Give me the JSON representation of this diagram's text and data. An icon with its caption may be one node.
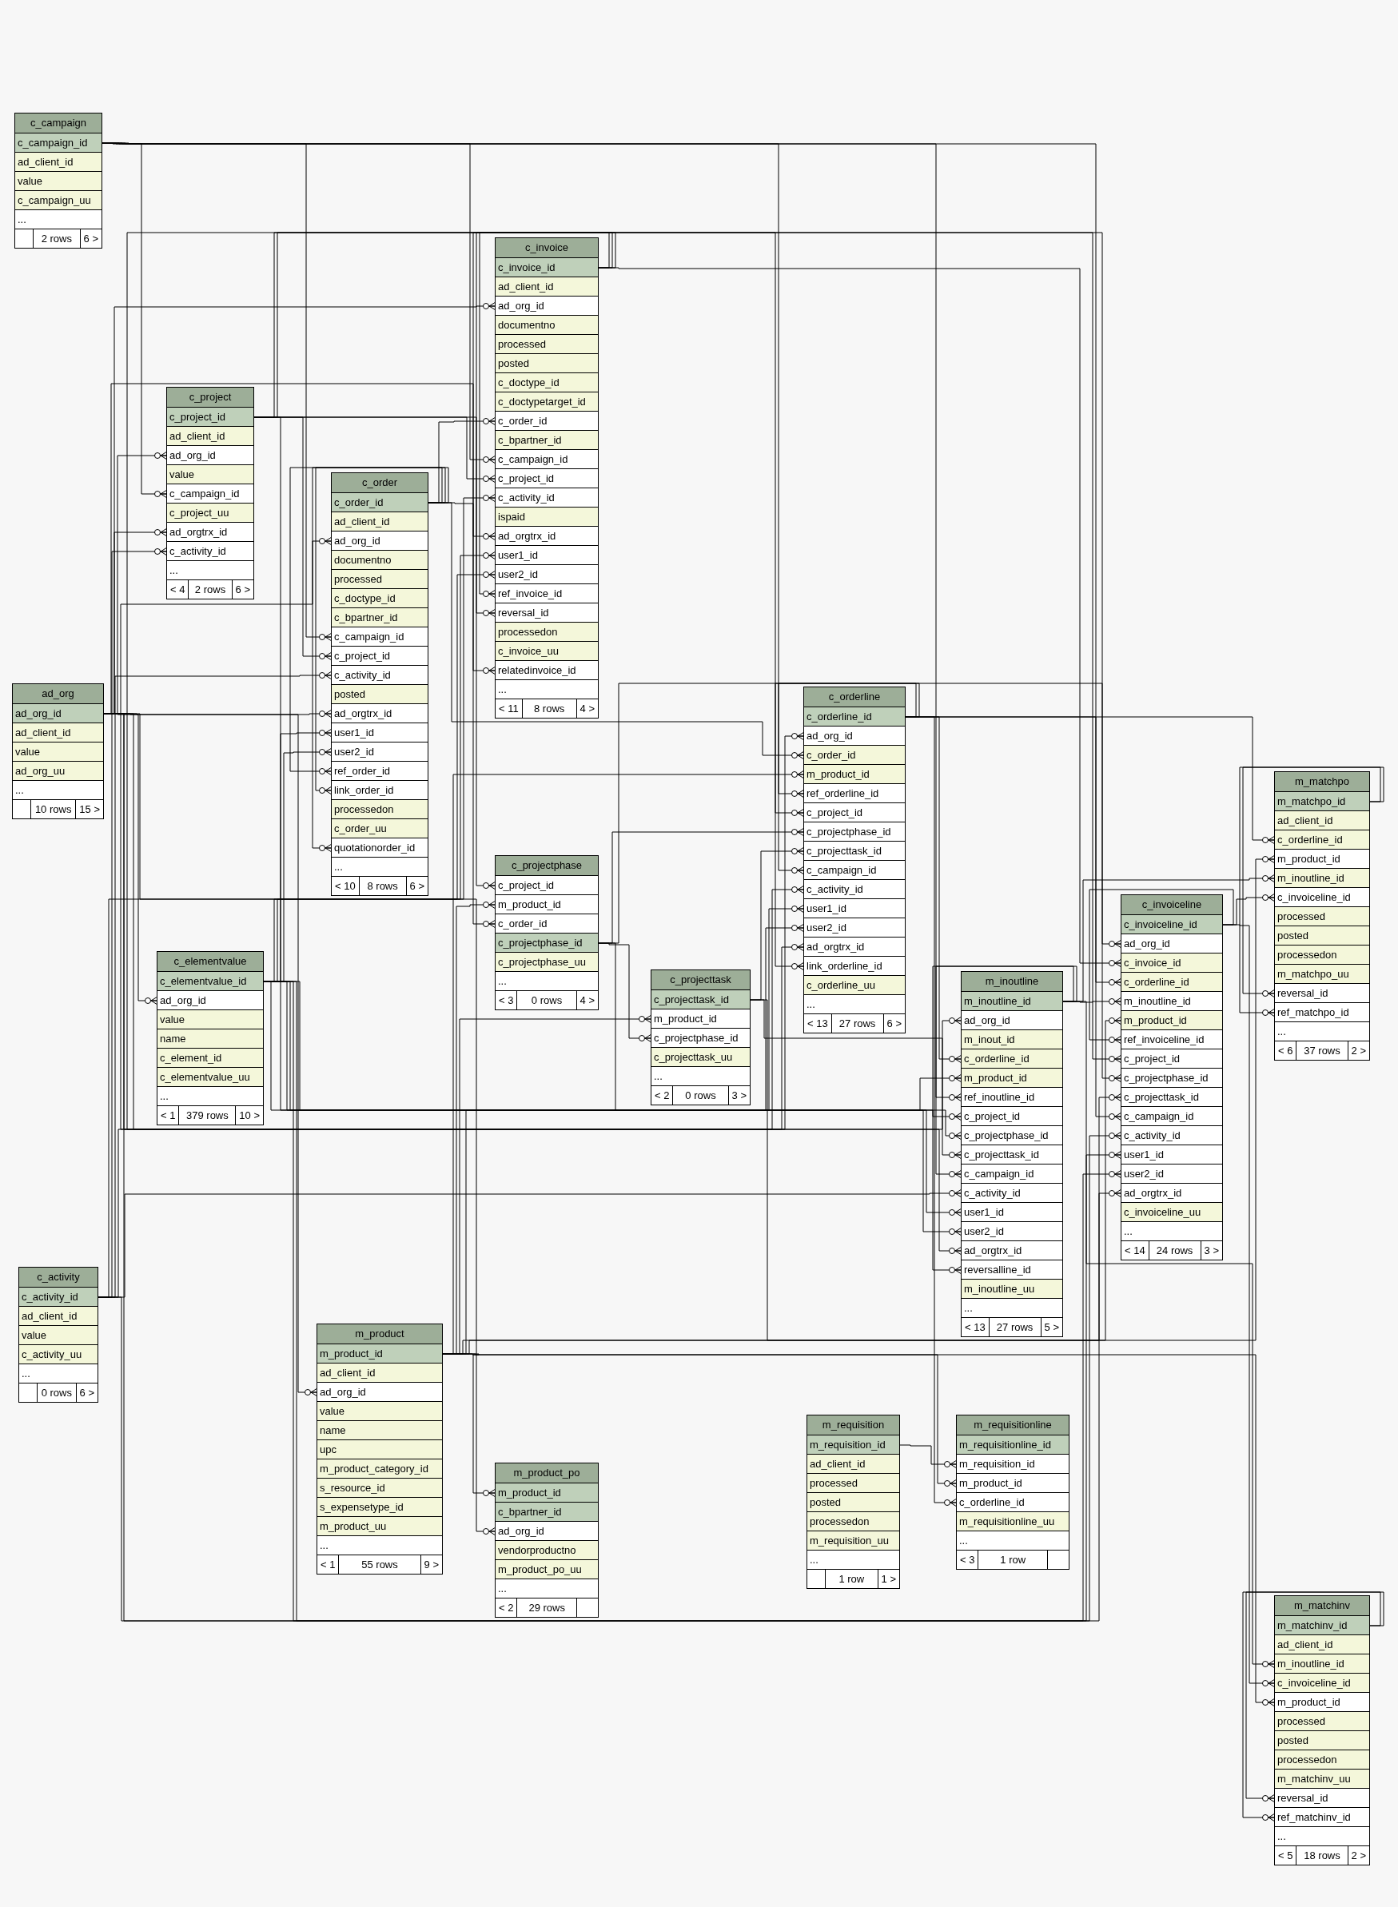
{
  "diagram": {
    "nodes": [
      {
        "text": [
          "c_campaign"
        ]
      },
      {
        "text": [
          "c_campaign_id"
        ],
        "in": 0
      },
      {
        "text": [
          "ad_client_id"
        ],
        "in": 0
      },
      {
        "text": [
          "value"
        ],
        "in": 0
      },
      {
        "text": [
          "c_campaign_uu"
        ],
        "in": 0
      },
      {
        "text": [
          "..."
        ],
        "in": 0
      },
      {
        "text": [
          "2 rows",
          "6 >"
        ],
        "in": 0
      },
      {
        "text": [
          "c_invoice"
        ]
      },
      {
        "text": [
          "c_invoice_id"
        ],
        "in": 7
      },
      {
        "text": [
          "ad_client_id"
        ],
        "in": 7
      },
      {
        "text": [
          "ad_org_id"
        ],
        "in": 7
      },
      {
        "text": [
          "documentno"
        ],
        "in": 7
      },
      {
        "text": [
          "processed"
        ],
        "in": 7
      },
      {
        "text": [
          "posted"
        ],
        "in": 7
      },
      {
        "text": [
          "c_doctype_id"
        ],
        "in": 7
      },
      {
        "text": [
          "c_doctypetarget_id"
        ],
        "in": 7
      },
      {
        "text": [
          "c_order_id"
        ],
        "in": 7
      },
      {
        "text": [
          "c_bpartner_id"
        ],
        "in": 7
      },
      {
        "text": [
          "c_campaign_id"
        ],
        "in": 7
      },
      {
        "text": [
          "c_project_id"
        ],
        "in": 7
      },
      {
        "text": [
          "c_activity_id"
        ],
        "in": 7
      },
      {
        "text": [
          "ispaid"
        ],
        "in": 7
      },
      {
        "text": [
          "ad_orgtrx_id"
        ],
        "in": 7
      },
      {
        "text": [
          "user1_id"
        ],
        "in": 7
      },
      {
        "text": [
          "user2_id"
        ],
        "in": 7
      },
      {
        "text": [
          "ref_invoice_id"
        ],
        "in": 7
      },
      {
        "text": [
          "reversal_id"
        ],
        "in": 7
      },
      {
        "text": [
          "processedon"
        ],
        "in": 7
      },
      {
        "text": [
          "c_invoice_uu"
        ],
        "in": 7
      },
      {
        "text": [
          "relatedinvoice_id"
        ],
        "in": 7
      },
      {
        "text": [
          "..."
        ],
        "in": 7
      },
      {
        "text": [
          "< 11",
          "8 rows",
          "4 >"
        ],
        "in": 7
      },
      {
        "text": [
          "c_project"
        ]
      },
      {
        "text": [
          "c_project_id"
        ],
        "in": 32
      },
      {
        "text": [
          "ad_client_id"
        ],
        "in": 32
      },
      {
        "text": [
          "ad_org_id"
        ],
        "in": 32
      },
      {
        "text": [
          "value"
        ],
        "in": 32
      },
      {
        "text": [
          "c_campaign_id"
        ],
        "in": 32
      },
      {
        "text": [
          "c_project_uu"
        ],
        "in": 32
      },
      {
        "text": [
          "ad_orgtrx_id"
        ],
        "in": 32
      },
      {
        "text": [
          "c_activity_id"
        ],
        "in": 32
      },
      {
        "text": [
          "..."
        ],
        "in": 32
      },
      {
        "text": [
          "< 4",
          "2 rows",
          "6 >"
        ],
        "in": 32
      },
      {
        "text": [
          "c_order"
        ]
      },
      {
        "text": [
          "c_order_id"
        ],
        "in": 43
      },
      {
        "text": [
          "ad_client_id"
        ],
        "in": 43
      },
      {
        "text": [
          "ad_org_id"
        ],
        "in": 43
      },
      {
        "text": [
          "documentno"
        ],
        "in": 43
      },
      {
        "text": [
          "processed"
        ],
        "in": 43
      },
      {
        "text": [
          "c_doctype_id"
        ],
        "in": 43
      },
      {
        "text": [
          "c_bpartner_id"
        ],
        "in": 43
      },
      {
        "text": [
          "c_campaign_id"
        ],
        "in": 43
      },
      {
        "text": [
          "c_project_id"
        ],
        "in": 43
      },
      {
        "text": [
          "c_activity_id"
        ],
        "in": 43
      },
      {
        "text": [
          "posted"
        ],
        "in": 43
      },
      {
        "text": [
          "ad_orgtrx_id"
        ],
        "in": 43
      },
      {
        "text": [
          "user1_id"
        ],
        "in": 43
      },
      {
        "text": [
          "user2_id"
        ],
        "in": 43
      },
      {
        "text": [
          "ref_order_id"
        ],
        "in": 43
      },
      {
        "text": [
          "link_order_id"
        ],
        "in": 43
      },
      {
        "text": [
          "processedon"
        ],
        "in": 43
      },
      {
        "text": [
          "c_order_uu"
        ],
        "in": 43
      },
      {
        "text": [
          "quotationorder_id"
        ],
        "in": 43
      },
      {
        "text": [
          "..."
        ],
        "in": 43
      },
      {
        "text": [
          "< 10",
          "8 rows",
          "6 >"
        ],
        "in": 43
      },
      {
        "text": [
          "ad_org"
        ]
      },
      {
        "text": [
          "ad_org_id"
        ],
        "in": 65
      },
      {
        "text": [
          "ad_client_id"
        ],
        "in": 65
      },
      {
        "text": [
          "value"
        ],
        "in": 65
      },
      {
        "text": [
          "ad_org_uu"
        ],
        "in": 65
      },
      {
        "text": [
          "..."
        ],
        "in": 65
      },
      {
        "text": [
          "10 rows",
          "15 >"
        ],
        "in": 65
      },
      {
        "text": [
          "c_orderline"
        ]
      },
      {
        "text": [
          "c_orderline_id"
        ],
        "in": 72
      },
      {
        "text": [
          "ad_org_id"
        ],
        "in": 72
      },
      {
        "text": [
          "c_order_id"
        ],
        "in": 72
      },
      {
        "text": [
          "m_product_id"
        ],
        "in": 72
      },
      {
        "text": [
          "ref_orderline_id"
        ],
        "in": 72
      },
      {
        "text": [
          "c_project_id"
        ],
        "in": 72
      },
      {
        "text": [
          "c_projectphase_id"
        ],
        "in": 72
      },
      {
        "text": [
          "c_projecttask_id"
        ],
        "in": 72
      },
      {
        "text": [
          "c_campaign_id"
        ],
        "in": 72
      },
      {
        "text": [
          "c_activity_id"
        ],
        "in": 72
      },
      {
        "text": [
          "user1_id"
        ],
        "in": 72
      },
      {
        "text": [
          "user2_id"
        ],
        "in": 72
      },
      {
        "text": [
          "ad_orgtrx_id"
        ],
        "in": 72
      },
      {
        "text": [
          "link_orderline_id"
        ],
        "in": 72
      },
      {
        "text": [
          "c_orderline_uu"
        ],
        "in": 72
      },
      {
        "text": [
          "..."
        ],
        "in": 72
      },
      {
        "text": [
          "< 13",
          "27 rows",
          "6 >"
        ],
        "in": 72
      },
      {
        "text": [
          "m_matchpo"
        ]
      },
      {
        "text": [
          "m_matchpo_id"
        ],
        "in": 90
      },
      {
        "text": [
          "ad_client_id"
        ],
        "in": 90
      },
      {
        "text": [
          "c_orderline_id"
        ],
        "in": 90
      },
      {
        "text": [
          "m_product_id"
        ],
        "in": 90
      },
      {
        "text": [
          "m_inoutline_id"
        ],
        "in": 90
      },
      {
        "text": [
          "c_invoiceline_id"
        ],
        "in": 90
      },
      {
        "text": [
          "processed"
        ],
        "in": 90
      },
      {
        "text": [
          "posted"
        ],
        "in": 90
      },
      {
        "text": [
          "processedon"
        ],
        "in": 90
      },
      {
        "text": [
          "m_matchpo_uu"
        ],
        "in": 90
      },
      {
        "text": [
          "reversal_id"
        ],
        "in": 90
      },
      {
        "text": [
          "ref_matchpo_id"
        ],
        "in": 90
      },
      {
        "text": [
          "..."
        ],
        "in": 90
      },
      {
        "text": [
          "< 6",
          "37 rows",
          "2 >"
        ],
        "in": 90
      },
      {
        "text": [
          "c_projectphase"
        ]
      },
      {
        "text": [
          "c_project_id"
        ],
        "in": 105
      },
      {
        "text": [
          "m_product_id"
        ],
        "in": 105
      },
      {
        "text": [
          "c_order_id"
        ],
        "in": 105
      },
      {
        "text": [
          "c_projectphase_id"
        ],
        "in": 105
      },
      {
        "text": [
          "c_projectphase_uu"
        ],
        "in": 105
      },
      {
        "text": [
          "..."
        ],
        "in": 105
      },
      {
        "text": [
          "< 3",
          "0 rows",
          "4 >"
        ],
        "in": 105
      },
      {
        "text": [
          "c_invoiceline"
        ]
      },
      {
        "text": [
          "c_invoiceline_id"
        ],
        "in": 113
      },
      {
        "text": [
          "ad_org_id"
        ],
        "in": 113
      },
      {
        "text": [
          "c_invoice_id"
        ],
        "in": 113
      },
      {
        "text": [
          "c_orderline_id"
        ],
        "in": 113
      },
      {
        "text": [
          "m_inoutline_id"
        ],
        "in": 113
      },
      {
        "text": [
          "m_product_id"
        ],
        "in": 113
      },
      {
        "text": [
          "ref_invoiceline_id"
        ],
        "in": 113
      },
      {
        "text": [
          "c_project_id"
        ],
        "in": 113
      },
      {
        "text": [
          "c_projectphase_id"
        ],
        "in": 113
      },
      {
        "text": [
          "c_projecttask_id"
        ],
        "in": 113
      },
      {
        "text": [
          "c_campaign_id"
        ],
        "in": 113
      },
      {
        "text": [
          "c_activity_id"
        ],
        "in": 113
      },
      {
        "text": [
          "user1_id"
        ],
        "in": 113
      },
      {
        "text": [
          "user2_id"
        ],
        "in": 113
      },
      {
        "text": [
          "ad_orgtrx_id"
        ],
        "in": 113
      },
      {
        "text": [
          "c_invoiceline_uu"
        ],
        "in": 113
      },
      {
        "text": [
          "..."
        ],
        "in": 113
      },
      {
        "text": [
          "< 14",
          "24 rows",
          "3 >"
        ],
        "in": 113
      },
      {
        "text": [
          "c_elementvalue"
        ]
      },
      {
        "text": [
          "c_elementvalue_id"
        ],
        "in": 132
      },
      {
        "text": [
          "ad_org_id"
        ],
        "in": 132
      },
      {
        "text": [
          "value"
        ],
        "in": 132
      },
      {
        "text": [
          "name"
        ],
        "in": 132
      },
      {
        "text": [
          "c_element_id"
        ],
        "in": 132
      },
      {
        "text": [
          "c_elementvalue_uu"
        ],
        "in": 132
      },
      {
        "text": [
          "..."
        ],
        "in": 132
      },
      {
        "text": [
          "< 1",
          "379 rows",
          "10 >"
        ],
        "in": 132
      },
      {
        "text": [
          "c_projecttask"
        ]
      },
      {
        "text": [
          "c_projecttask_id"
        ],
        "in": 141
      },
      {
        "text": [
          "m_product_id"
        ],
        "in": 141
      },
      {
        "text": [
          "c_projectphase_id"
        ],
        "in": 141
      },
      {
        "text": [
          "c_projecttask_uu"
        ],
        "in": 141
      },
      {
        "text": [
          "..."
        ],
        "in": 141
      },
      {
        "text": [
          "< 2",
          "0 rows",
          "3 >"
        ],
        "in": 141
      },
      {
        "text": [
          "m_inoutline"
        ]
      },
      {
        "text": [
          "m_inoutline_id"
        ],
        "in": 148
      },
      {
        "text": [
          "ad_org_id"
        ],
        "in": 148
      },
      {
        "text": [
          "m_inout_id"
        ],
        "in": 148
      },
      {
        "text": [
          "c_orderline_id"
        ],
        "in": 148
      },
      {
        "text": [
          "m_product_id"
        ],
        "in": 148
      },
      {
        "text": [
          "ref_inoutline_id"
        ],
        "in": 148
      },
      {
        "text": [
          "c_project_id"
        ],
        "in": 148
      },
      {
        "text": [
          "c_projectphase_id"
        ],
        "in": 148
      },
      {
        "text": [
          "c_projecttask_id"
        ],
        "in": 148
      },
      {
        "text": [
          "c_campaign_id"
        ],
        "in": 148
      },
      {
        "text": [
          "c_activity_id"
        ],
        "in": 148
      },
      {
        "text": [
          "user1_id"
        ],
        "in": 148
      },
      {
        "text": [
          "user2_id"
        ],
        "in": 148
      },
      {
        "text": [
          "ad_orgtrx_id"
        ],
        "in": 148
      },
      {
        "text": [
          "reversalline_id"
        ],
        "in": 148
      },
      {
        "text": [
          "m_inoutline_uu"
        ],
        "in": 148
      },
      {
        "text": [
          "..."
        ],
        "in": 148
      },
      {
        "text": [
          "< 13",
          "27 rows",
          "5 >"
        ],
        "in": 148
      },
      {
        "text": [
          "c_activity"
        ]
      },
      {
        "text": [
          "c_activity_id"
        ],
        "in": 167
      },
      {
        "text": [
          "ad_client_id"
        ],
        "in": 167
      },
      {
        "text": [
          "value"
        ],
        "in": 167
      },
      {
        "text": [
          "c_activity_uu"
        ],
        "in": 167
      },
      {
        "text": [
          "..."
        ],
        "in": 167
      },
      {
        "text": [
          "0 rows",
          "6 >"
        ],
        "in": 167
      },
      {
        "text": [
          "m_product"
        ]
      },
      {
        "text": [
          "m_product_id"
        ],
        "in": 174
      },
      {
        "text": [
          "ad_client_id"
        ],
        "in": 174
      },
      {
        "text": [
          "ad_org_id"
        ],
        "in": 174
      },
      {
        "text": [
          "value"
        ],
        "in": 174
      },
      {
        "text": [
          "name"
        ],
        "in": 174
      },
      {
        "text": [
          "upc"
        ],
        "in": 174
      },
      {
        "text": [
          "m_product_category_id"
        ],
        "in": 174
      },
      {
        "text": [
          "s_resource_id"
        ],
        "in": 174
      },
      {
        "text": [
          "s_expensetype_id"
        ],
        "in": 174
      },
      {
        "text": [
          "m_product_uu"
        ],
        "in": 174
      },
      {
        "text": [
          "..."
        ],
        "in": 174
      },
      {
        "text": [
          "< 1",
          "55 rows",
          "9 >"
        ],
        "in": 174
      },
      {
        "text": [
          "m_requisition"
        ]
      },
      {
        "text": [
          "m_requisition_id"
        ],
        "in": 187
      },
      {
        "text": [
          "ad_client_id"
        ],
        "in": 187
      },
      {
        "text": [
          "processed"
        ],
        "in": 187
      },
      {
        "text": [
          "posted"
        ],
        "in": 187
      },
      {
        "text": [
          "processedon"
        ],
        "in": 187
      },
      {
        "text": [
          "m_requisition_uu"
        ],
        "in": 187
      },
      {
        "text": [
          "..."
        ],
        "in": 187
      },
      {
        "text": [
          "1 row",
          "1 >"
        ],
        "in": 187
      },
      {
        "text": [
          "m_requisitionline"
        ]
      },
      {
        "text": [
          "m_requisitionline_id"
        ],
        "in": 196
      },
      {
        "text": [
          "m_requisition_id"
        ],
        "in": 196
      },
      {
        "text": [
          "m_product_id"
        ],
        "in": 196
      },
      {
        "text": [
          "c_orderline_id"
        ],
        "in": 196
      },
      {
        "text": [
          "m_requisitionline_uu"
        ],
        "in": 196
      },
      {
        "text": [
          "..."
        ],
        "in": 196
      },
      {
        "text": [
          "< 3",
          "1 row"
        ],
        "in": 196
      },
      {
        "text": [
          "m_product_po"
        ]
      },
      {
        "text": [
          "m_product_id"
        ],
        "in": 204
      },
      {
        "text": [
          "c_bpartner_id"
        ],
        "in": 204
      },
      {
        "text": [
          "ad_org_id"
        ],
        "in": 204
      },
      {
        "text": [
          "vendorproductno"
        ],
        "in": 204
      },
      {
        "text": [
          "m_product_po_uu"
        ],
        "in": 204
      },
      {
        "text": [
          "..."
        ],
        "in": 204
      },
      {
        "text": [
          "< 2",
          "29 rows"
        ],
        "in": 204
      },
      {
        "text": [
          "m_matchinv"
        ]
      },
      {
        "text": [
          "m_matchinv_id"
        ],
        "in": 212
      },
      {
        "text": [
          "ad_client_id"
        ],
        "in": 212
      },
      {
        "text": [
          "m_inoutline_id"
        ],
        "in": 212
      },
      {
        "text": [
          "c_invoiceline_id"
        ],
        "in": 212
      },
      {
        "text": [
          "m_product_id"
        ],
        "in": 212
      },
      {
        "text": [
          "processed"
        ],
        "in": 212
      },
      {
        "text": [
          "posted"
        ],
        "in": 212
      },
      {
        "text": [
          "processedon"
        ],
        "in": 212
      },
      {
        "text": [
          "m_matchinv_uu"
        ],
        "in": 212
      },
      {
        "text": [
          "reversal_id"
        ],
        "in": 212
      },
      {
        "text": [
          "ref_matchinv_id"
        ],
        "in": 212
      },
      {
        "text": [
          "..."
        ],
        "in": 212
      },
      {
        "text": [
          "< 5",
          "18 rows",
          "2 >"
        ],
        "in": 212
      }
    ],
    "edges": [
      {
        "from": 10,
        "to": 66,
        "arrow": "other"
      },
      {
        "from": 35,
        "to": 66,
        "arrow": "other"
      },
      {
        "from": 46,
        "to": 66,
        "arrow": "other"
      },
      {
        "from": 74,
        "to": 66,
        "arrow": "other"
      },
      {
        "from": 115,
        "to": 66,
        "arrow": "other"
      },
      {
        "from": 134,
        "to": 66,
        "arrow": "other"
      },
      {
        "from": 150,
        "to": 66,
        "arrow": "other"
      },
      {
        "from": 177,
        "to": 66,
        "arrow": "other"
      },
      {
        "from": 207,
        "to": 66,
        "arrow": "other"
      },
      {
        "from": 22,
        "to": 66,
        "arrow": "other"
      },
      {
        "from": 39,
        "to": 66,
        "arrow": "other"
      },
      {
        "from": 55,
        "to": 66,
        "arrow": "other"
      },
      {
        "from": 85,
        "to": 66,
        "arrow": "other"
      },
      {
        "from": 128,
        "to": 66,
        "arrow": "other"
      },
      {
        "from": 162,
        "to": 66,
        "arrow": "other"
      },
      {
        "from": 18,
        "to": 1,
        "arrow": "other"
      },
      {
        "from": 37,
        "to": 1,
        "arrow": "other"
      },
      {
        "from": 51,
        "to": 1,
        "arrow": "other"
      },
      {
        "from": 81,
        "to": 1,
        "arrow": "other"
      },
      {
        "from": 124,
        "to": 1,
        "arrow": "other"
      },
      {
        "from": 158,
        "to": 1,
        "arrow": "other"
      },
      {
        "from": 19,
        "to": 33,
        "arrow": "other"
      },
      {
        "from": 52,
        "to": 33,
        "arrow": "other"
      },
      {
        "from": 106,
        "to": 33,
        "arrow": "other"
      },
      {
        "from": 78,
        "to": 33,
        "arrow": "other"
      },
      {
        "from": 121,
        "to": 33,
        "arrow": "other"
      },
      {
        "from": 155,
        "to": 33,
        "arrow": "other"
      },
      {
        "from": 20,
        "to": 168,
        "arrow": "other"
      },
      {
        "from": 40,
        "to": 168,
        "arrow": "other"
      },
      {
        "from": 53,
        "to": 168,
        "arrow": "other"
      },
      {
        "from": 82,
        "to": 168,
        "arrow": "other"
      },
      {
        "from": 125,
        "to": 168,
        "arrow": "other"
      },
      {
        "from": 159,
        "to": 168,
        "arrow": "other"
      },
      {
        "from": 23,
        "to": 133,
        "arrow": "other"
      },
      {
        "from": 24,
        "to": 133,
        "arrow": "other"
      },
      {
        "from": 56,
        "to": 133,
        "arrow": "other"
      },
      {
        "from": 57,
        "to": 133,
        "arrow": "other"
      },
      {
        "from": 83,
        "to": 133,
        "arrow": "other"
      },
      {
        "from": 84,
        "to": 133,
        "arrow": "other"
      },
      {
        "from": 126,
        "to": 133,
        "arrow": "other"
      },
      {
        "from": 127,
        "to": 133,
        "arrow": "other"
      },
      {
        "from": 160,
        "to": 133,
        "arrow": "other"
      },
      {
        "from": 161,
        "to": 133,
        "arrow": "other"
      },
      {
        "from": 16,
        "to": 44,
        "arrow": "other"
      },
      {
        "from": 58,
        "to": 44,
        "arrow": "other"
      },
      {
        "from": 59,
        "to": 44,
        "arrow": "other"
      },
      {
        "from": 62,
        "to": 44,
        "arrow": "other"
      },
      {
        "from": 75,
        "to": 44,
        "arrow": "other"
      },
      {
        "from": 108,
        "to": 44,
        "arrow": "other"
      },
      {
        "from": 25,
        "to": 8,
        "arrow": "other"
      },
      {
        "from": 26,
        "to": 8,
        "arrow": "other"
      },
      {
        "from": 29,
        "to": 8,
        "arrow": "other"
      },
      {
        "from": 116,
        "to": 8,
        "arrow": "other"
      },
      {
        "from": 76,
        "to": 175,
        "arrow": "other"
      },
      {
        "from": 107,
        "to": 175,
        "arrow": "other"
      },
      {
        "from": 143,
        "to": 175,
        "arrow": "other"
      },
      {
        "from": 119,
        "to": 175,
        "arrow": "other"
      },
      {
        "from": 153,
        "to": 175,
        "arrow": "other"
      },
      {
        "from": 94,
        "to": 175,
        "arrow": "other"
      },
      {
        "from": 217,
        "to": 175,
        "arrow": "other"
      },
      {
        "from": 199,
        "to": 175,
        "arrow": "other"
      },
      {
        "from": 205,
        "to": 175,
        "arrow": "other"
      },
      {
        "from": 144,
        "to": 109,
        "arrow": "other"
      },
      {
        "from": 79,
        "to": 109,
        "arrow": "other"
      },
      {
        "from": 156,
        "to": 109,
        "arrow": "other"
      },
      {
        "from": 122,
        "to": 109,
        "arrow": "other"
      },
      {
        "from": 80,
        "to": 142,
        "arrow": "other"
      },
      {
        "from": 157,
        "to": 142,
        "arrow": "other"
      },
      {
        "from": 123,
        "to": 142,
        "arrow": "other"
      },
      {
        "from": 77,
        "to": 73,
        "arrow": "other"
      },
      {
        "from": 86,
        "to": 73,
        "arrow": "other"
      },
      {
        "from": 152,
        "to": 73,
        "arrow": "other"
      },
      {
        "from": 117,
        "to": 73,
        "arrow": "other"
      },
      {
        "from": 93,
        "to": 73,
        "arrow": "other"
      },
      {
        "from": 200,
        "to": 73,
        "arrow": "other"
      },
      {
        "from": 154,
        "to": 149,
        "arrow": "other"
      },
      {
        "from": 163,
        "to": 149,
        "arrow": "other"
      },
      {
        "from": 118,
        "to": 149,
        "arrow": "other"
      },
      {
        "from": 95,
        "to": 149,
        "arrow": "other"
      },
      {
        "from": 215,
        "to": 149,
        "arrow": "other"
      },
      {
        "from": 120,
        "to": 114,
        "arrow": "other"
      },
      {
        "from": 96,
        "to": 114,
        "arrow": "other"
      },
      {
        "from": 216,
        "to": 114,
        "arrow": "other"
      },
      {
        "from": 101,
        "to": 91,
        "arrow": "other"
      },
      {
        "from": 102,
        "to": 91,
        "arrow": "other"
      },
      {
        "from": 222,
        "to": 213,
        "arrow": "other"
      },
      {
        "from": 223,
        "to": 213,
        "arrow": "other"
      },
      {
        "from": 198,
        "to": 188,
        "arrow": "other"
      }
    ]
  }
}
